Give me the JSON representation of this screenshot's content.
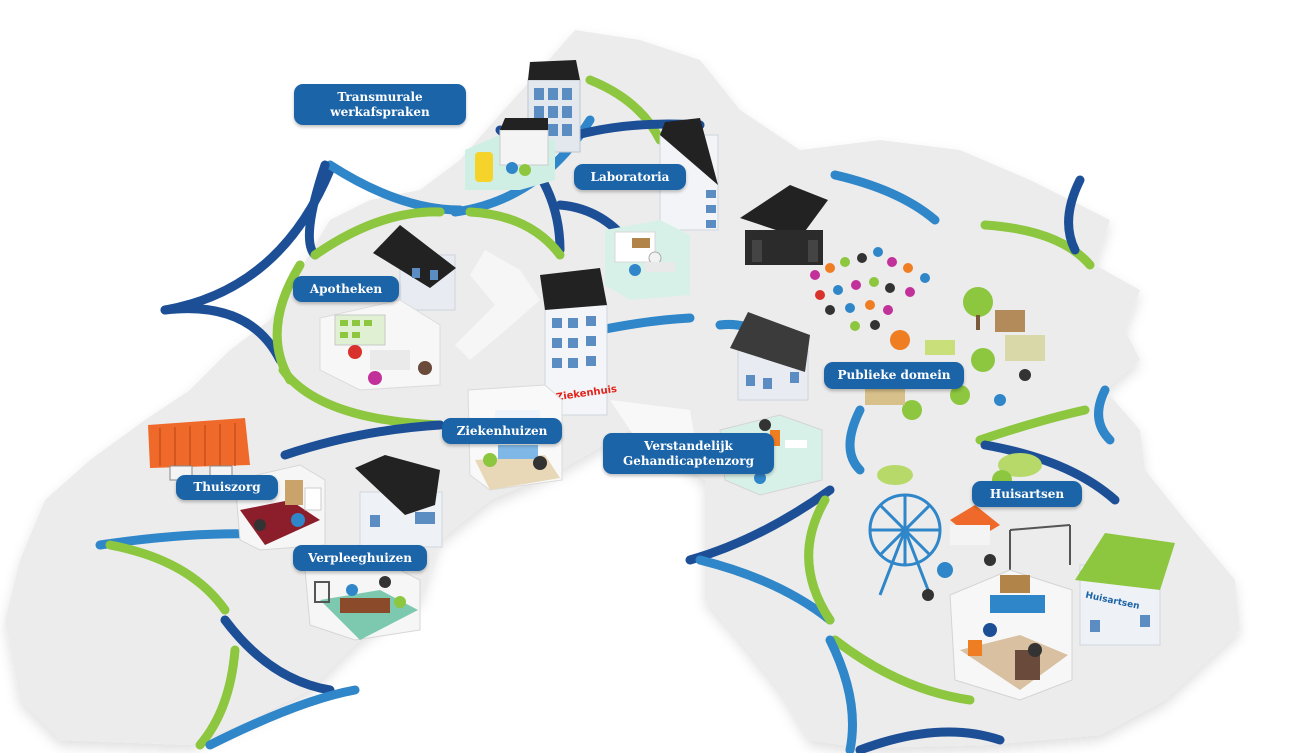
{
  "colors": {
    "accent": "#1b64a7",
    "network_dark": "#1d4f97",
    "network_light": "#2f86c9",
    "network_green": "#8dc63f",
    "land": "#ececec",
    "roof": "#222222",
    "tile_roof": "#ef6a2a",
    "hospital_sign": "#e2231a"
  },
  "labels": {
    "transmurale": "Transmurale\nwerkafspraken",
    "laboratoria": "Laboratoria",
    "apotheken": "Apotheken",
    "ziekenhuizen": "Ziekenhuizen",
    "verstandelijk": "Verstandelijk\nGehandicaptenzorg",
    "publieke": "Publieke domein",
    "thuiszorg": "Thuiszorg",
    "verpleeghuizen": "Verpleeghuizen",
    "huisartsen": "Huisartsen"
  },
  "signs": {
    "ziekenhuis": "Ziekenhuis",
    "huisartsen": "Huisartsen"
  }
}
